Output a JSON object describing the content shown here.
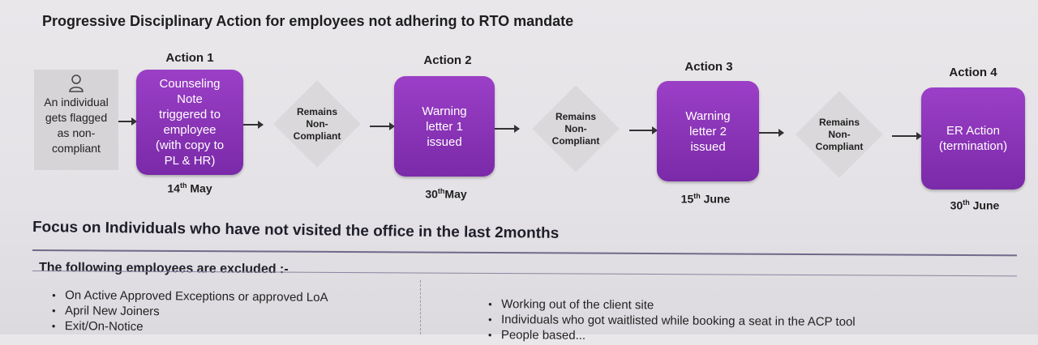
{
  "title": "Progressive Disciplinary  Action for employees not adhering to RTO mandate",
  "individual": {
    "icon": "person-icon",
    "lines": [
      "An individual",
      "gets flagged",
      "as non-",
      "compliant"
    ]
  },
  "actions": [
    {
      "label": "Action 1",
      "lines": [
        "Counseling",
        "Note",
        "triggered to",
        "employee",
        "(with copy to",
        "PL & HR)"
      ],
      "date_num": "14",
      "date_sup": "th",
      "date_month": " May"
    },
    {
      "label": "Action 2",
      "lines": [
        "Warning",
        "letter 1",
        "issued"
      ],
      "date_num": "30",
      "date_sup": "th",
      "date_month": "May"
    },
    {
      "label": "Action 3",
      "lines": [
        "Warning",
        "letter 2",
        "issued"
      ],
      "date_num": "15",
      "date_sup": "th",
      "date_month": " June"
    },
    {
      "label": "Action 4",
      "lines": [
        "ER Action",
        "(termination)"
      ],
      "date_num": "30",
      "date_sup": "th",
      "date_month": " June"
    }
  ],
  "decision": {
    "lines": [
      "Remains",
      "Non-",
      "Compliant"
    ]
  },
  "focus": "Focus on Individuals who have not visited the office in the last 2months",
  "excluded_heading": "The following employees are excluded :-",
  "excluded_left": [
    "On Active Approved Exceptions or approved LoA",
    "April New Joiners",
    "Exit/On-Notice"
  ],
  "excluded_right": [
    "Working out of the client site",
    "Individuals who got waitlisted while booking a seat in the ACP tool",
    "People based..."
  ],
  "colors": {
    "action_box": "#8a35b8",
    "decision": "#dad8da",
    "individual_box": "#d6d4d6"
  }
}
